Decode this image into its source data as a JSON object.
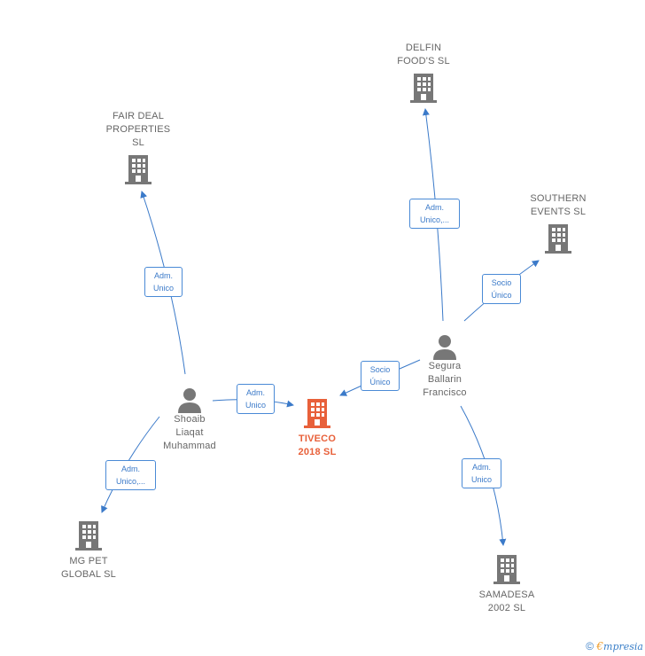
{
  "nodes": {
    "tiveco": {
      "label": "TIVECO\n2018  SL",
      "type": "company",
      "focus": true,
      "color": "#e8603a"
    },
    "delfin": {
      "label": "DELFIN\nFOOD'S  SL",
      "type": "company"
    },
    "fair_deal": {
      "label": "FAIR DEAL\nPROPERTIES\nSL",
      "type": "company"
    },
    "southern": {
      "label": "SOUTHERN\nEVENTS  SL",
      "type": "company"
    },
    "mg_pet": {
      "label": "MG PET\nGLOBAL  SL",
      "type": "company"
    },
    "samadesa": {
      "label": "SAMADESA\n2002  SL",
      "type": "company"
    },
    "shoaib": {
      "label": "Shoaib\nLiaqat\nMuhammad",
      "type": "person"
    },
    "segura": {
      "label": "Segura\nBallarin\nFrancisco",
      "type": "person"
    }
  },
  "edges": [
    {
      "from": "shoaib",
      "to": "fair_deal",
      "label": "Adm.\nUnico"
    },
    {
      "from": "shoaib",
      "to": "tiveco",
      "label": "Adm.\nUnico"
    },
    {
      "from": "shoaib",
      "to": "mg_pet",
      "label": "Adm.\nUnico,..."
    },
    {
      "from": "segura",
      "to": "delfin",
      "label": "Adm.\nUnico,..."
    },
    {
      "from": "segura",
      "to": "southern",
      "label": "Socio\nÚnico"
    },
    {
      "from": "segura",
      "to": "tiveco",
      "label": "Socio\nÚnico"
    },
    {
      "from": "segura",
      "to": "samadesa",
      "label": "Adm.\nUnico"
    }
  ],
  "colors": {
    "edge": "#3b7ac9",
    "icon": "#777777",
    "focus": "#e8603a"
  },
  "footer": {
    "copyright": "©",
    "brand_initial": "€",
    "brand_rest": "mpresia"
  }
}
